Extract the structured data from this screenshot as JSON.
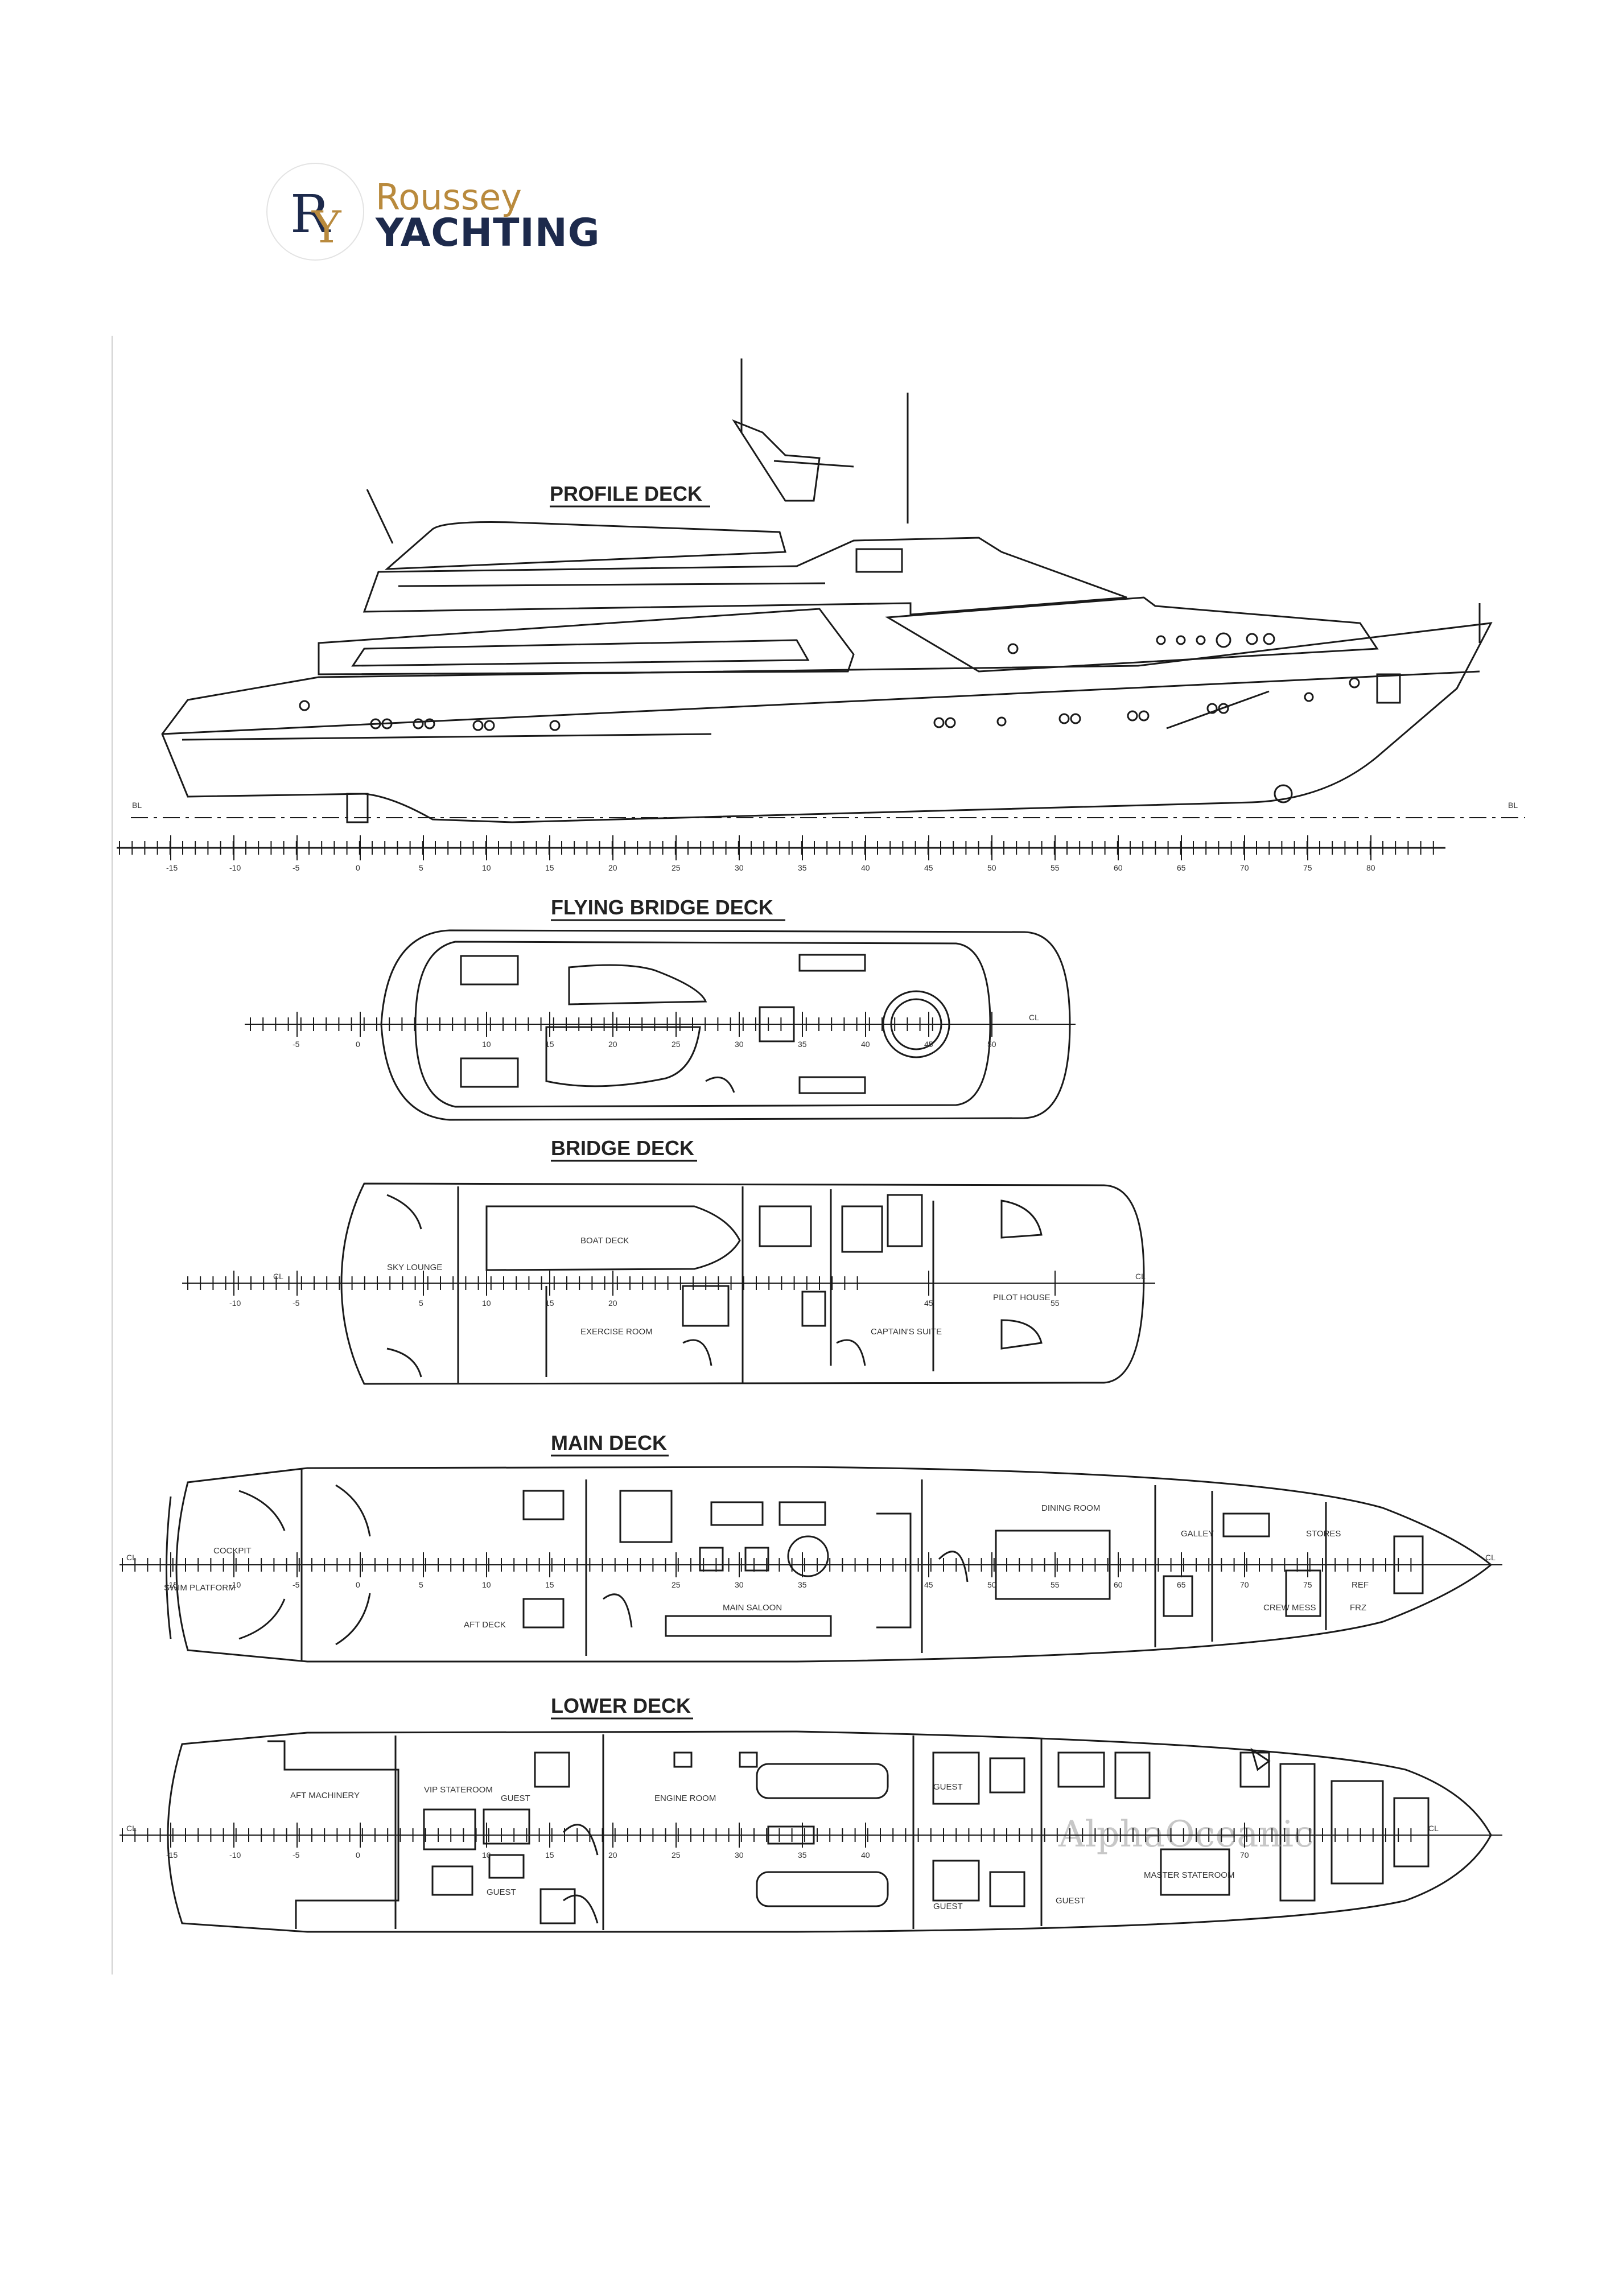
{
  "brand": {
    "line1": "Roussey",
    "line2": "YACHTING",
    "monogram": "RY"
  },
  "watermark": "AlphaOceanic",
  "baseline_label": "BL",
  "centerline_label": "CL",
  "colors": {
    "line": "#1a1a1a",
    "brand_gold": "#b98a3d",
    "brand_navy": "#1d2a4c"
  },
  "decks": {
    "profile": {
      "title": "PROFILE DECK",
      "ticks": [
        "-15",
        "-10",
        "-5",
        "0",
        "5",
        "10",
        "15",
        "20",
        "25",
        "30",
        "35",
        "40",
        "45",
        "50",
        "55",
        "60",
        "65",
        "70",
        "75",
        "80"
      ]
    },
    "flying_bridge": {
      "title": "FLYING BRIDGE DECK",
      "ticks": [
        "-5",
        "0",
        "10",
        "15",
        "20",
        "25",
        "30",
        "35",
        "40",
        "45",
        "50"
      ]
    },
    "bridge": {
      "title": "BRIDGE DECK",
      "ticks": [
        "-10",
        "-5",
        "5",
        "10",
        "15",
        "20",
        "45",
        "55"
      ],
      "rooms": {
        "boat_deck": "BOAT DECK",
        "sky_lounge": "SKY LOUNGE",
        "exercise_room": "EXERCISE ROOM",
        "captains_suite": "CAPTAIN'S SUITE",
        "pilot_house": "PILOT HOUSE"
      }
    },
    "main": {
      "title": "MAIN DECK",
      "ticks": [
        "-15",
        "-10",
        "-5",
        "0",
        "5",
        "10",
        "15",
        "25",
        "30",
        "35",
        "45",
        "50",
        "55",
        "60",
        "65",
        "70",
        "75"
      ],
      "rooms": {
        "cockpit": "COCKPIT",
        "swim_platform": "SWIM PLATFORM",
        "aft_deck": "AFT DECK",
        "main_saloon": "MAIN SALOON",
        "dining_room": "DINING ROOM",
        "galley": "GALLEY",
        "stores": "STORES",
        "crew_mess": "CREW MESS",
        "ref": "REF",
        "frz": "FRZ"
      }
    },
    "lower": {
      "title": "LOWER DECK",
      "ticks": [
        "-15",
        "-10",
        "-5",
        "0",
        "10",
        "15",
        "20",
        "25",
        "30",
        "35",
        "40",
        "70"
      ],
      "rooms": {
        "aft_machinery": "AFT MACHINERY",
        "vip_stateroom": "VIP STATEROOM",
        "guest": "GUEST",
        "engine_room": "ENGINE ROOM",
        "master_stateroom": "MASTER STATEROOM"
      }
    }
  }
}
